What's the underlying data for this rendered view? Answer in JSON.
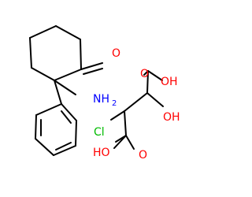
{
  "molecule": {
    "atoms": {
      "oxygen": "O",
      "amine": "NH",
      "amine_subscript": "2",
      "chlorine": "Cl",
      "hydroxyl": "OH",
      "acid_ho": "HO"
    },
    "colors": {
      "bond": "#000000",
      "oxygen": "#ff0000",
      "nitrogen": "#0000ff",
      "chlorine": "#00bb00"
    }
  }
}
